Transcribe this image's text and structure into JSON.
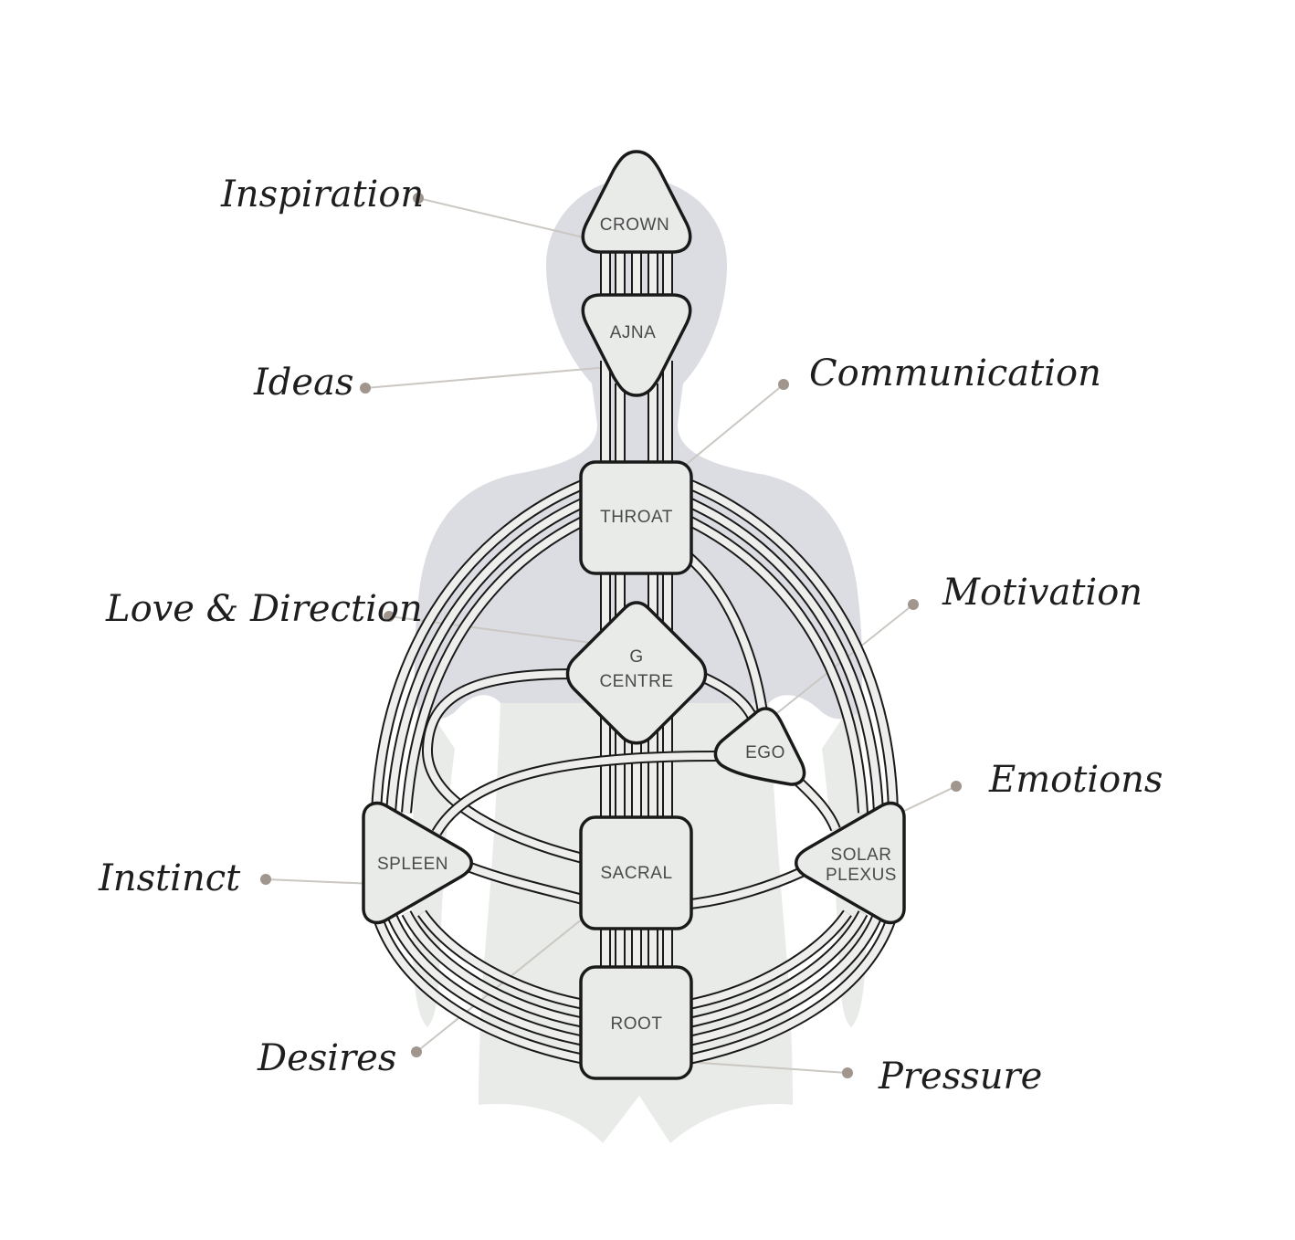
{
  "centers": {
    "crown": "CROWN",
    "ajna": "AJNA",
    "throat": "THROAT",
    "g_centre_line1": "G",
    "g_centre_line2": "CENTRE",
    "ego": "EGO",
    "spleen": "SPLEEN",
    "sacral": "SACRAL",
    "solar_plexus_line1": "SOLAR",
    "solar_plexus_line2": "PLEXUS",
    "root": "ROOT"
  },
  "callouts": {
    "inspiration": "Inspiration",
    "ideas": "Ideas",
    "communication": "Communication",
    "love_direction": "Love & Direction",
    "motivation": "Motivation",
    "emotions": "Emotions",
    "instinct": "Instinct",
    "desires": "Desires",
    "pressure": "Pressure"
  },
  "colors": {
    "silhouette_upper": "#dcdde3",
    "silhouette_lower": "#e8ebe8",
    "center_fill": "#e9ebe9",
    "outline": "#1a1a1a",
    "leader_line": "#cbc7c2",
    "leader_dot": "#a1968d"
  }
}
